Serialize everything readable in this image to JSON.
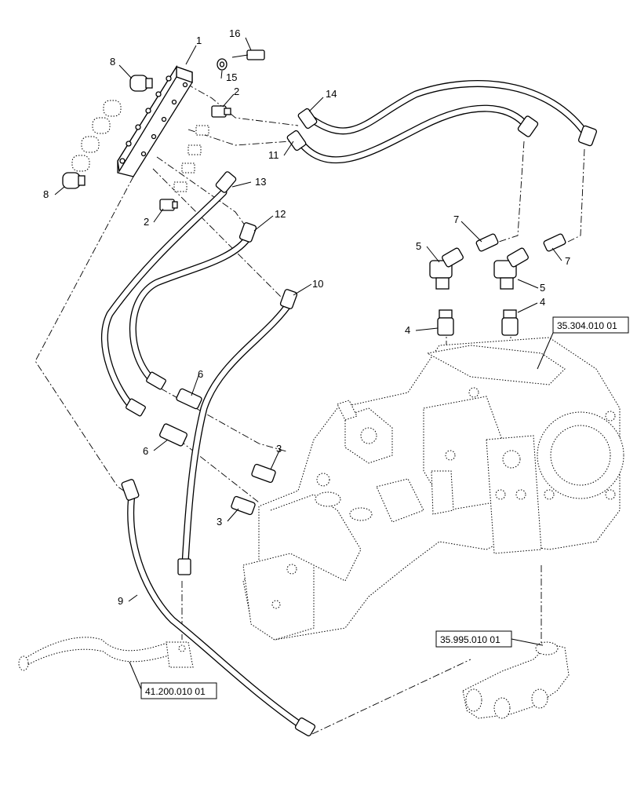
{
  "callouts": {
    "c1": "1",
    "c2a": "2",
    "c2b": "2",
    "c3a": "3",
    "c3b": "3",
    "c4a": "4",
    "c4b": "4",
    "c5a": "5",
    "c5b": "5",
    "c6a": "6",
    "c6b": "6",
    "c7a": "7",
    "c7b": "7",
    "c8a": "8",
    "c8b": "8",
    "c9": "9",
    "c10": "10",
    "c11": "11",
    "c12": "12",
    "c13": "13",
    "c14": "14",
    "c15": "15",
    "c16": "16"
  },
  "references": {
    "pump": "35.304.010 01",
    "manifold": "35.995.010 01",
    "tube": "41.200.010 01"
  }
}
